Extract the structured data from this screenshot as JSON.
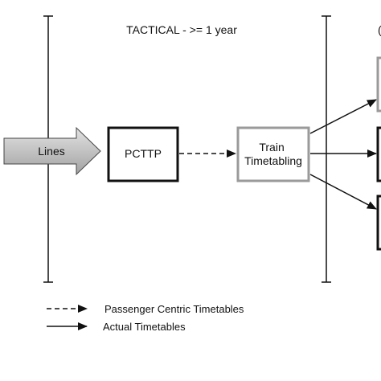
{
  "section": {
    "title": "TACTICAL - >= 1 year"
  },
  "nodes": {
    "lines": "Lines",
    "pcttp": "PCTTP",
    "train_timetabling": [
      "Train",
      "Timetabling"
    ]
  },
  "legend": {
    "dashed": "Passenger Centric Timetables",
    "solid": "Actual Timetables"
  },
  "colors": {
    "ink": "#111111",
    "grey_box": "#9a9a9a",
    "arrow_fill_light": "#d6d6d6",
    "arrow_fill_dark": "#9a9a9a"
  }
}
